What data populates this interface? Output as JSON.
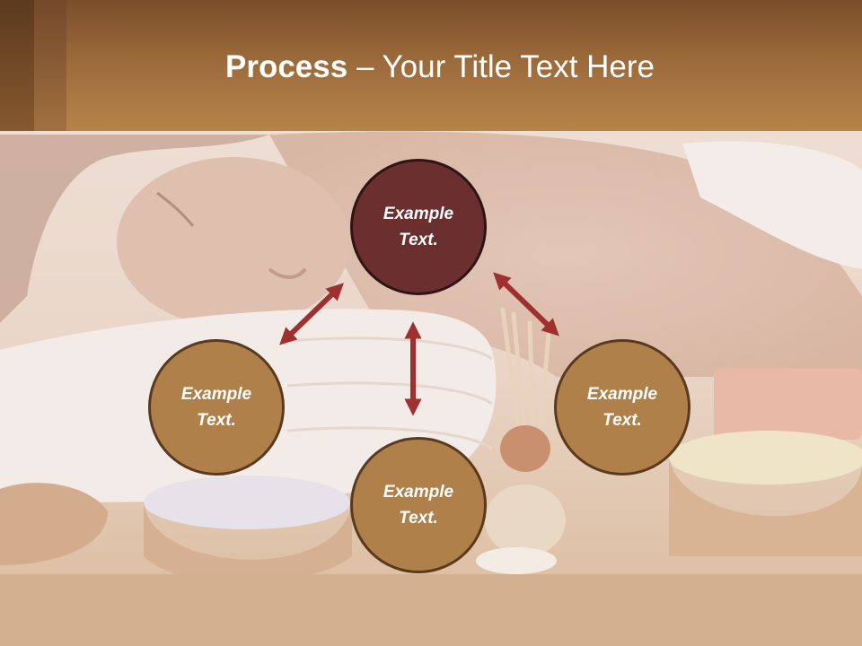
{
  "slide": {
    "title_bold": "Process",
    "title_rest": " – Your Title Text Here"
  },
  "colors": {
    "title_bar": "#9b6a3b",
    "circle_fill": "#b0804a",
    "center_circle_fill": "#6b2f2f",
    "arrow": "#a03030"
  },
  "process": {
    "top": {
      "label": "Example\nText."
    },
    "left": {
      "label": "Example\nText."
    },
    "right": {
      "label": "Example\nText."
    },
    "bottom": {
      "label": "Example\nText."
    }
  }
}
